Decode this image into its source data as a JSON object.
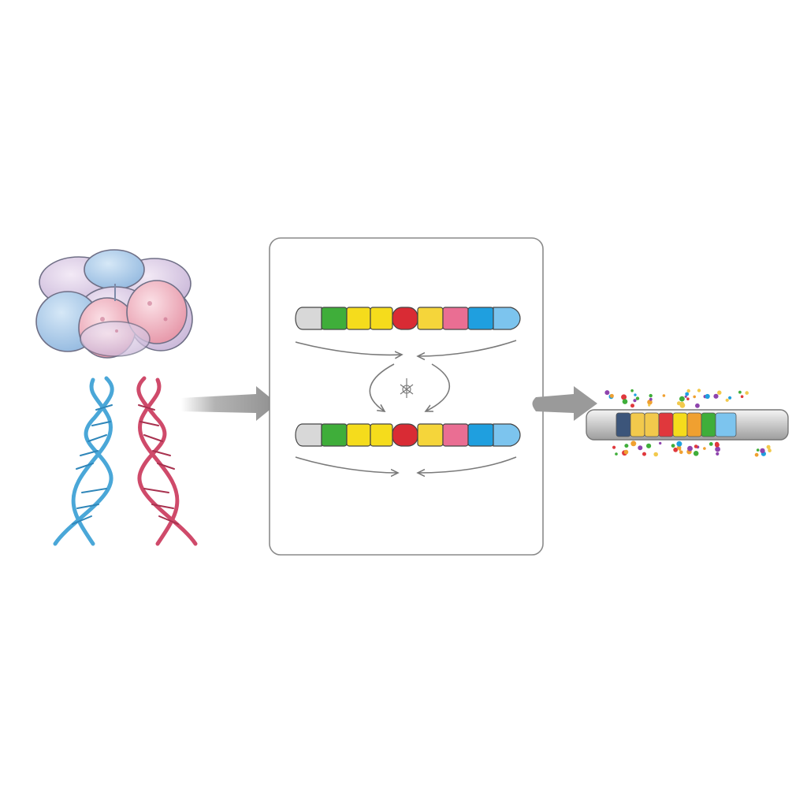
{
  "diagram": {
    "stages": [
      {
        "id": "histone-cluster",
        "kind": "histone octamer (8 spheres)"
      },
      {
        "id": "dna-double-helices",
        "strands": [
          "blue",
          "red"
        ]
      },
      {
        "id": "process-panel",
        "rows": 2
      },
      {
        "id": "assembled-fiber"
      }
    ],
    "colors": {
      "helix_blue": "#4aa7d8",
      "helix_red": "#cf4a6a",
      "panel_border": "#8a8a8a",
      "flow_arrow": "#9a9a9a",
      "segment_palette": [
        "#d8d8d8",
        "#3fae3a",
        "#f5dc1c",
        "#f5dc1c",
        "#d92b34",
        "#f5d53a",
        "#ea6e93",
        "#1f9fdf",
        "#7cc4ee"
      ],
      "fiber_palette": [
        "#3c557a",
        "#f2c94c",
        "#f2c94c",
        "#e0383c",
        "#f5dc1c",
        "#f0a030",
        "#3fae3a",
        "#7cc4ee"
      ]
    },
    "icons": [
      "histone-cluster-icon",
      "dna-helix-icon",
      "flow-arrow-icon",
      "cycle-arrows-icon",
      "fiber-icon"
    ]
  }
}
